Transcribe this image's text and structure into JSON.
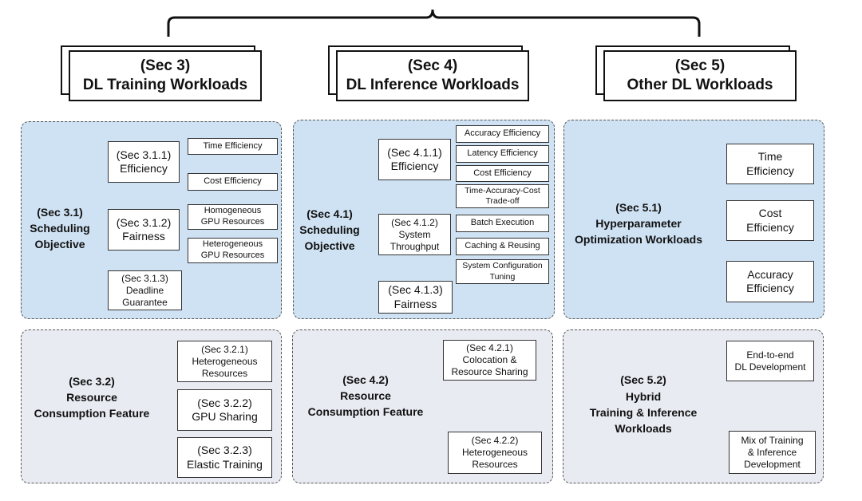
{
  "headers": {
    "sec3": {
      "sec": "(Sec 3)",
      "title": "DL Training Workloads"
    },
    "sec4": {
      "sec": "(Sec 4)",
      "title": "DL Inference Workloads"
    },
    "sec5": {
      "sec": "(Sec 5)",
      "title": "Other DL Workloads"
    }
  },
  "training": {
    "objective": {
      "label1": "(Sec 3.1)",
      "label2": "Scheduling",
      "label3": "Objective",
      "efficiency": {
        "sec": "(Sec 3.1.1)",
        "name": "Efficiency"
      },
      "time_efficiency": "Time Efficiency",
      "cost_efficiency": "Cost Efficiency",
      "fairness": {
        "sec": "(Sec 3.1.2)",
        "name": "Fairness"
      },
      "homogeneous": {
        "l1": "Homogeneous",
        "l2": "GPU Resources"
      },
      "heterogeneous": {
        "l1": "Heterogeneous",
        "l2": "GPU Resources"
      },
      "deadline": {
        "sec": "(Sec 3.1.3)",
        "l1": "Deadline",
        "l2": "Guarantee"
      }
    },
    "resource": {
      "label1": "(Sec 3.2)",
      "label2": "Resource",
      "label3": "Consumption Feature",
      "hetero": {
        "sec": "(Sec 3.2.1)",
        "l1": "Heterogeneous",
        "l2": "Resources"
      },
      "gpu_sharing": {
        "sec": "(Sec 3.2.2)",
        "name": "GPU Sharing"
      },
      "elastic": {
        "sec": "(Sec 3.2.3)",
        "name": "Elastic Training"
      }
    }
  },
  "inference": {
    "objective": {
      "label1": "(Sec 4.1)",
      "label2": "Scheduling",
      "label3": "Objective",
      "efficiency": {
        "sec": "(Sec 4.1.1)",
        "name": "Efficiency"
      },
      "accuracy_eff": "Accuracy Efficiency",
      "latency_eff": "Latency Efficiency",
      "cost_eff": "Cost Efficiency",
      "tradeoff": {
        "l1": "Time-Accuracy-Cost",
        "l2": "Trade-off"
      },
      "throughput": {
        "sec": "(Sec 4.1.2)",
        "l1": "System",
        "l2": "Throughput"
      },
      "batch": "Batch Execution",
      "caching": "Caching & Reusing",
      "config": {
        "l1": "System Configuration",
        "l2": "Tuning"
      },
      "fairness": {
        "sec": "(Sec 4.1.3)",
        "name": "Fairness"
      }
    },
    "resource": {
      "label1": "(Sec 4.2)",
      "label2": "Resource",
      "label3": "Consumption Feature",
      "colocation": {
        "sec": "(Sec 4.2.1)",
        "l1": "Colocation &",
        "l2": "Resource Sharing"
      },
      "hetero": {
        "sec": "(Sec 4.2.2)",
        "l1": "Heterogeneous",
        "l2": "Resources"
      }
    }
  },
  "other": {
    "hpo": {
      "label1": "(Sec 5.1)",
      "label2": "Hyperparameter",
      "label3": "Optimization Workloads",
      "time": {
        "l1": "Time",
        "l2": "Efficiency"
      },
      "cost": {
        "l1": "Cost",
        "l2": "Efficiency"
      },
      "accuracy": {
        "l1": "Accuracy",
        "l2": "Efficiency"
      }
    },
    "hybrid": {
      "label1": "(Sec 5.2)",
      "label2": "Hybrid",
      "label3": "Training & Inference",
      "label4": "Workloads",
      "e2e": {
        "l1": "End-to-end",
        "l2": "DL Development"
      },
      "mix": {
        "l1": "Mix of Training",
        "l2": "& Inference",
        "l3": "Development"
      }
    }
  }
}
